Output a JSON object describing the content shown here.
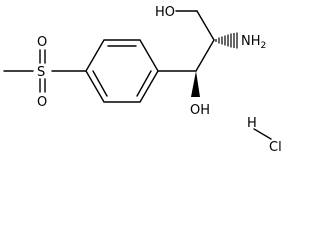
{
  "molecule": {
    "atoms": {
      "oh_top": "HO",
      "amine": "NH",
      "amine_sub": "2",
      "oh_bottom": "OH",
      "sulfur": "S",
      "oxygen_upper": "O",
      "oxygen_lower": "O",
      "hydrogen": "H",
      "chlorine": "Cl"
    },
    "colors": {
      "bond": "#000000",
      "text": "#000000",
      "background": "#ffffff"
    }
  }
}
